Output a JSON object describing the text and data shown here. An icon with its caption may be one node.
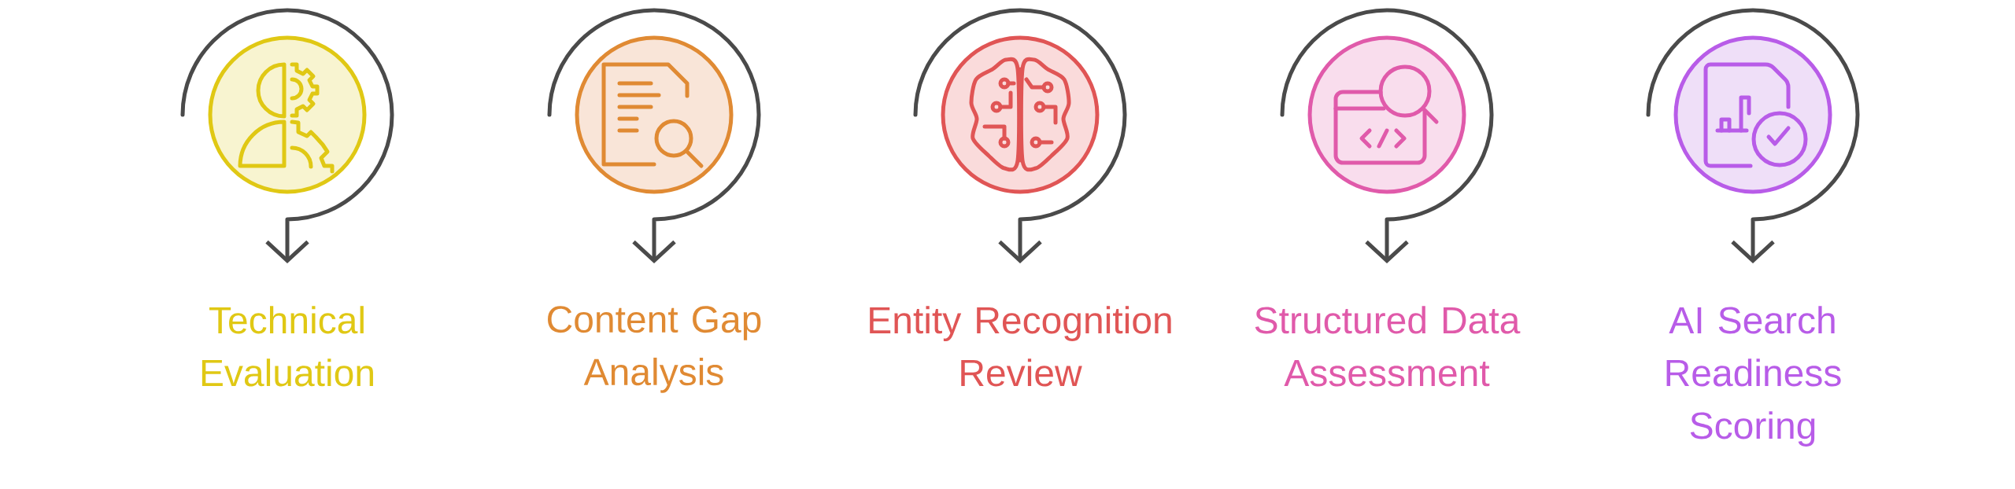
{
  "diagram": {
    "nodes": [
      {
        "text": [],
        "shape": "circle"
      },
      {
        "text": [
          "Technical Evaluation"
        ]
      },
      {
        "text": [],
        "shape": "circle"
      },
      {
        "text": [
          "Content Gap Analysis"
        ]
      },
      {
        "text": [],
        "shape": "circle"
      },
      {
        "text": [
          "Entity Recognition Review"
        ]
      },
      {
        "text": [],
        "shape": "circle"
      },
      {
        "text": [
          "Structured Data Assessment"
        ]
      },
      {
        "text": [],
        "shape": "circle"
      },
      {
        "text": [
          "AI Search Readiness Scoring"
        ]
      }
    ],
    "edges": [
      {
        "from": null,
        "to": 1,
        "arrow": "to"
      },
      {
        "from": null,
        "to": 3,
        "arrow": "to"
      },
      {
        "from": null,
        "to": 5,
        "arrow": "to"
      },
      {
        "from": null,
        "to": 7,
        "arrow": "to"
      },
      {
        "from": null,
        "to": 9,
        "arrow": "to"
      }
    ]
  }
}
